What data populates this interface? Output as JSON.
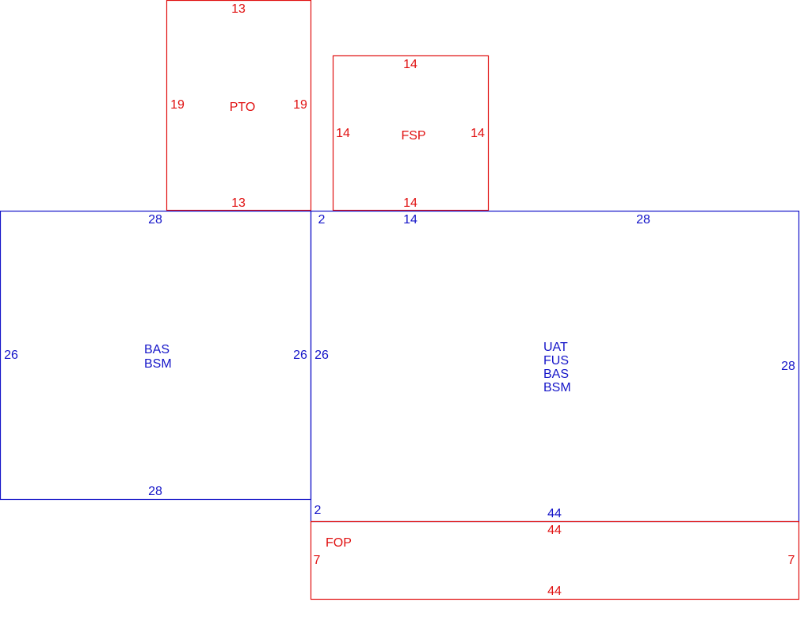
{
  "colors": {
    "living": "#1414c8",
    "addition": "#e01010"
  },
  "areas": [
    {
      "id": "pto",
      "kind": "addition",
      "codes": [
        "PTO"
      ],
      "dims": {
        "top": "13",
        "left": "19",
        "right": "19",
        "bottom": "13"
      }
    },
    {
      "id": "fsp",
      "kind": "addition",
      "codes": [
        "FSP"
      ],
      "dims": {
        "top": "14",
        "left": "14",
        "right": "14",
        "bottom": "14"
      }
    },
    {
      "id": "left-bas",
      "kind": "living",
      "codes": [
        "BAS",
        "BSM"
      ],
      "dims": {
        "top": "28",
        "left": "26",
        "right": "26",
        "bottom": "28"
      }
    },
    {
      "id": "main",
      "kind": "living",
      "codes": [
        "UAT",
        "FUS",
        "BAS",
        "BSM"
      ],
      "dims": {
        "top_a": "2",
        "top_b": "14",
        "top_c": "28",
        "left": "26",
        "right": "28",
        "bottom_a": "2",
        "bottom_b": "44"
      }
    },
    {
      "id": "fop",
      "kind": "addition",
      "codes": [
        "FOP"
      ],
      "dims": {
        "top": "44",
        "left": "7",
        "right": "7",
        "bottom": "44"
      }
    }
  ]
}
